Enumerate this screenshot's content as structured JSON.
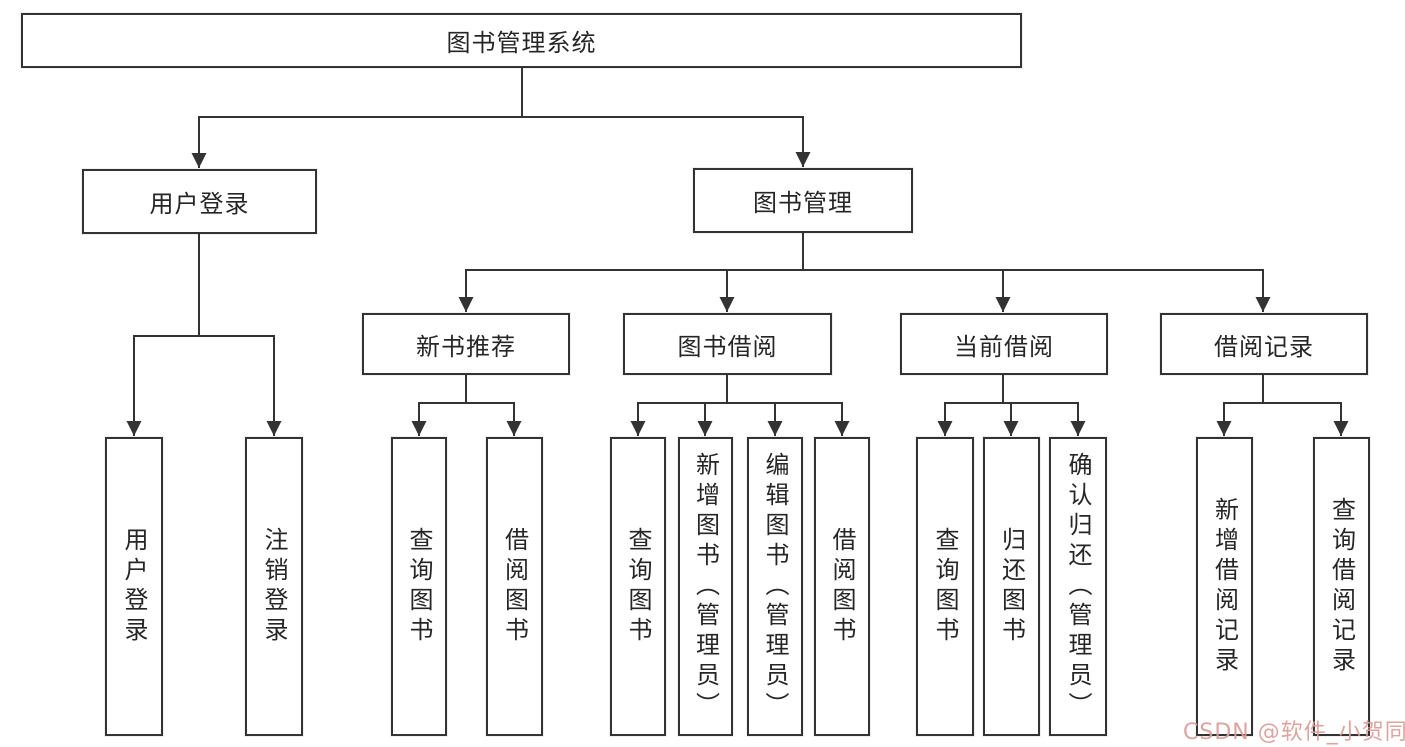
{
  "diagram": {
    "colors": {
      "line": "#333333",
      "text": "#262626",
      "background": "#ffffff",
      "watermark": "#dba09a"
    },
    "nodes": {
      "root": {
        "label": "图书管理系统"
      },
      "user_login": {
        "label": "用户登录"
      },
      "book_mgmt": {
        "label": "图书管理"
      },
      "new_book_rec": {
        "label": "新书推荐"
      },
      "book_borrow": {
        "label": "图书借阅"
      },
      "current_borrow": {
        "label": "当前借阅"
      },
      "borrow_record": {
        "label": "借阅记录"
      },
      "ul_user_login": {
        "label": "用户登录"
      },
      "ul_logout": {
        "label": "注销登录"
      },
      "nb_query_book": {
        "label": "查询图书"
      },
      "nb_borrow_book": {
        "label": "借阅图书"
      },
      "bb_query_book": {
        "label": "查询图书"
      },
      "bb_add_book": {
        "label": "新增图书（管理员）"
      },
      "bb_edit_book": {
        "label": "编辑图书（管理员）"
      },
      "bb_borrow_book": {
        "label": "借阅图书"
      },
      "cb_query_book": {
        "label": "查询图书"
      },
      "cb_return_book": {
        "label": "归还图书"
      },
      "cb_confirm_return": {
        "label": "确认归还（管理员）"
      },
      "br_add_record": {
        "label": "新增借阅记录"
      },
      "br_query_record": {
        "label": "查询借阅记录"
      }
    }
  },
  "watermark": {
    "text": "CSDN @软件_小贺同学"
  }
}
